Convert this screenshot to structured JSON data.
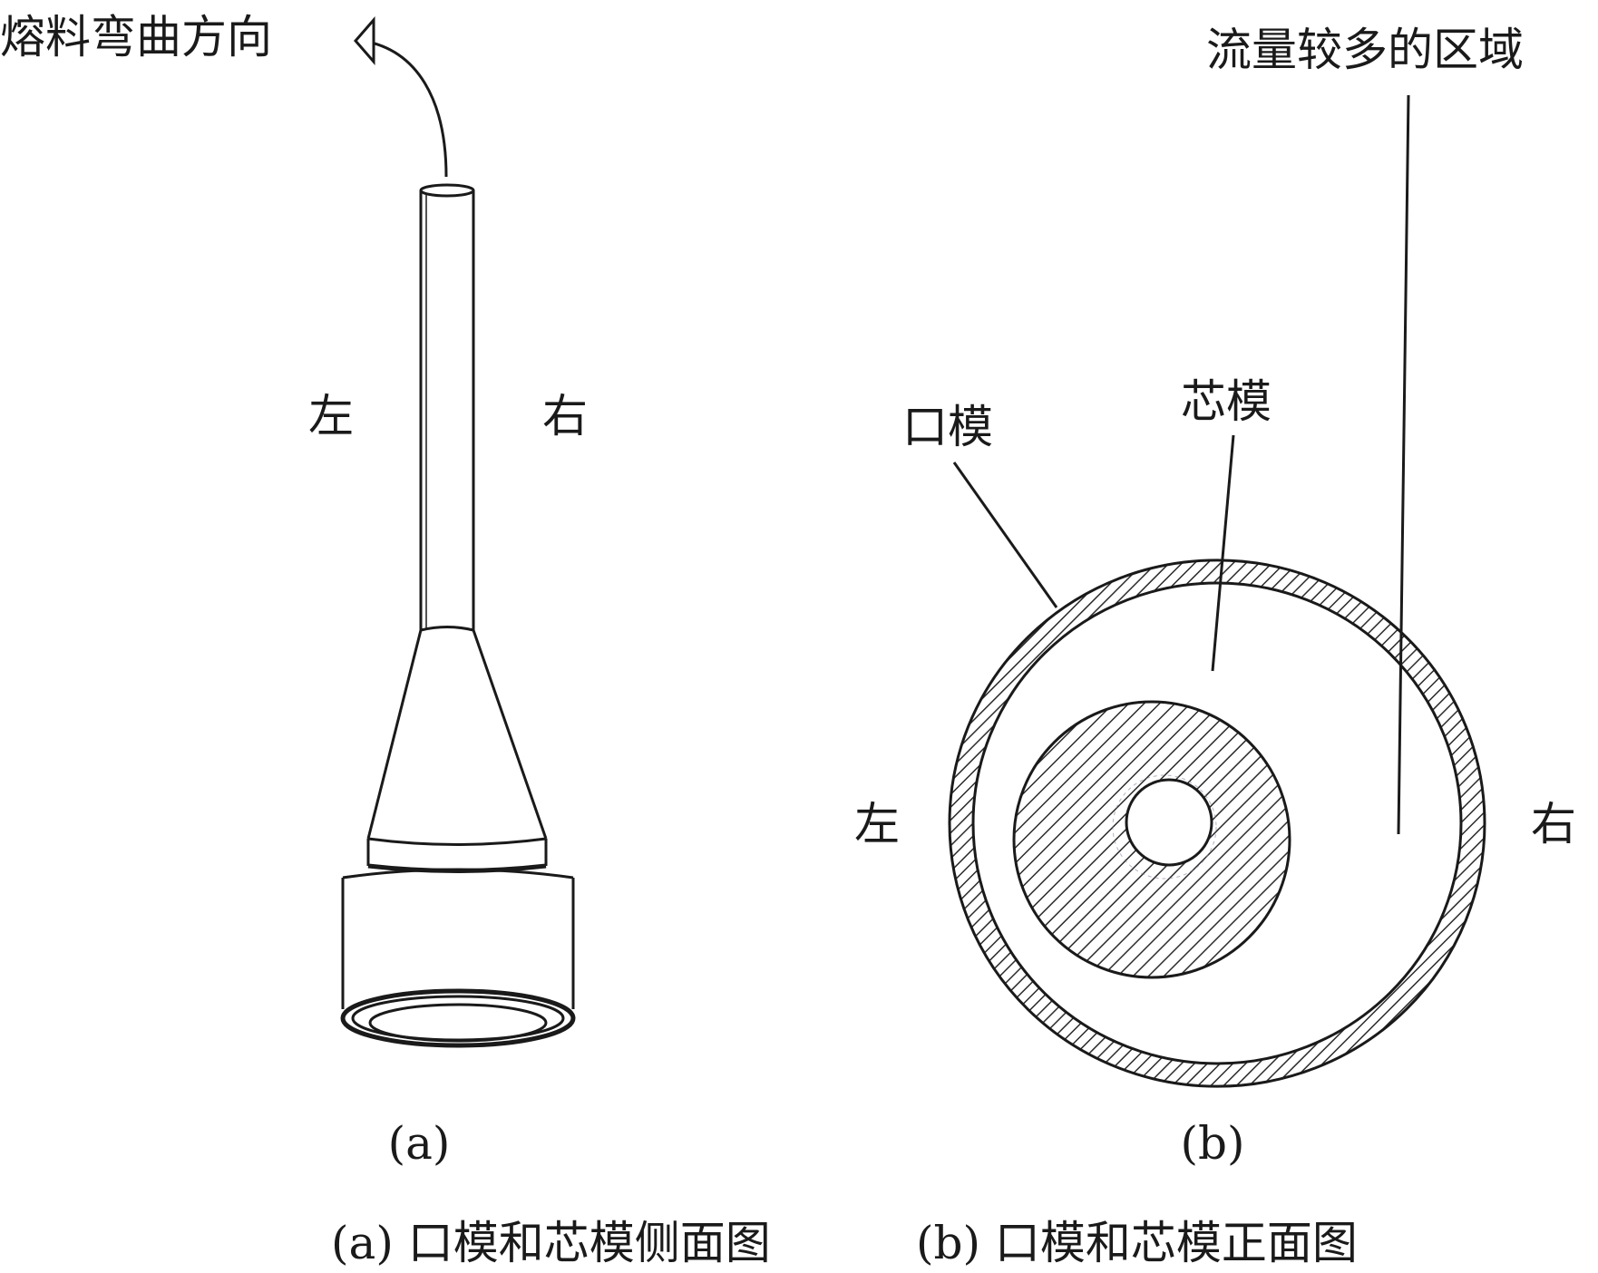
{
  "panel_a": {
    "flow_direction_label": "熔料弯曲方向",
    "left_label": "左",
    "right_label": "右",
    "sub_label": "(a)"
  },
  "panel_b": {
    "flow_region_label": "流量较多的区域",
    "die_label": "口模",
    "mandrel_label": "芯模",
    "left_label": "左",
    "right_label": "右",
    "sub_label": "(b)"
  },
  "caption": {
    "part_a": "(a) 口模和芯模侧面图",
    "part_b": "(b) 口模和芯模正面图"
  },
  "colors": {
    "line": "#1a1a1a",
    "hatch": "#2b2b2b",
    "background": "#ffffff"
  }
}
